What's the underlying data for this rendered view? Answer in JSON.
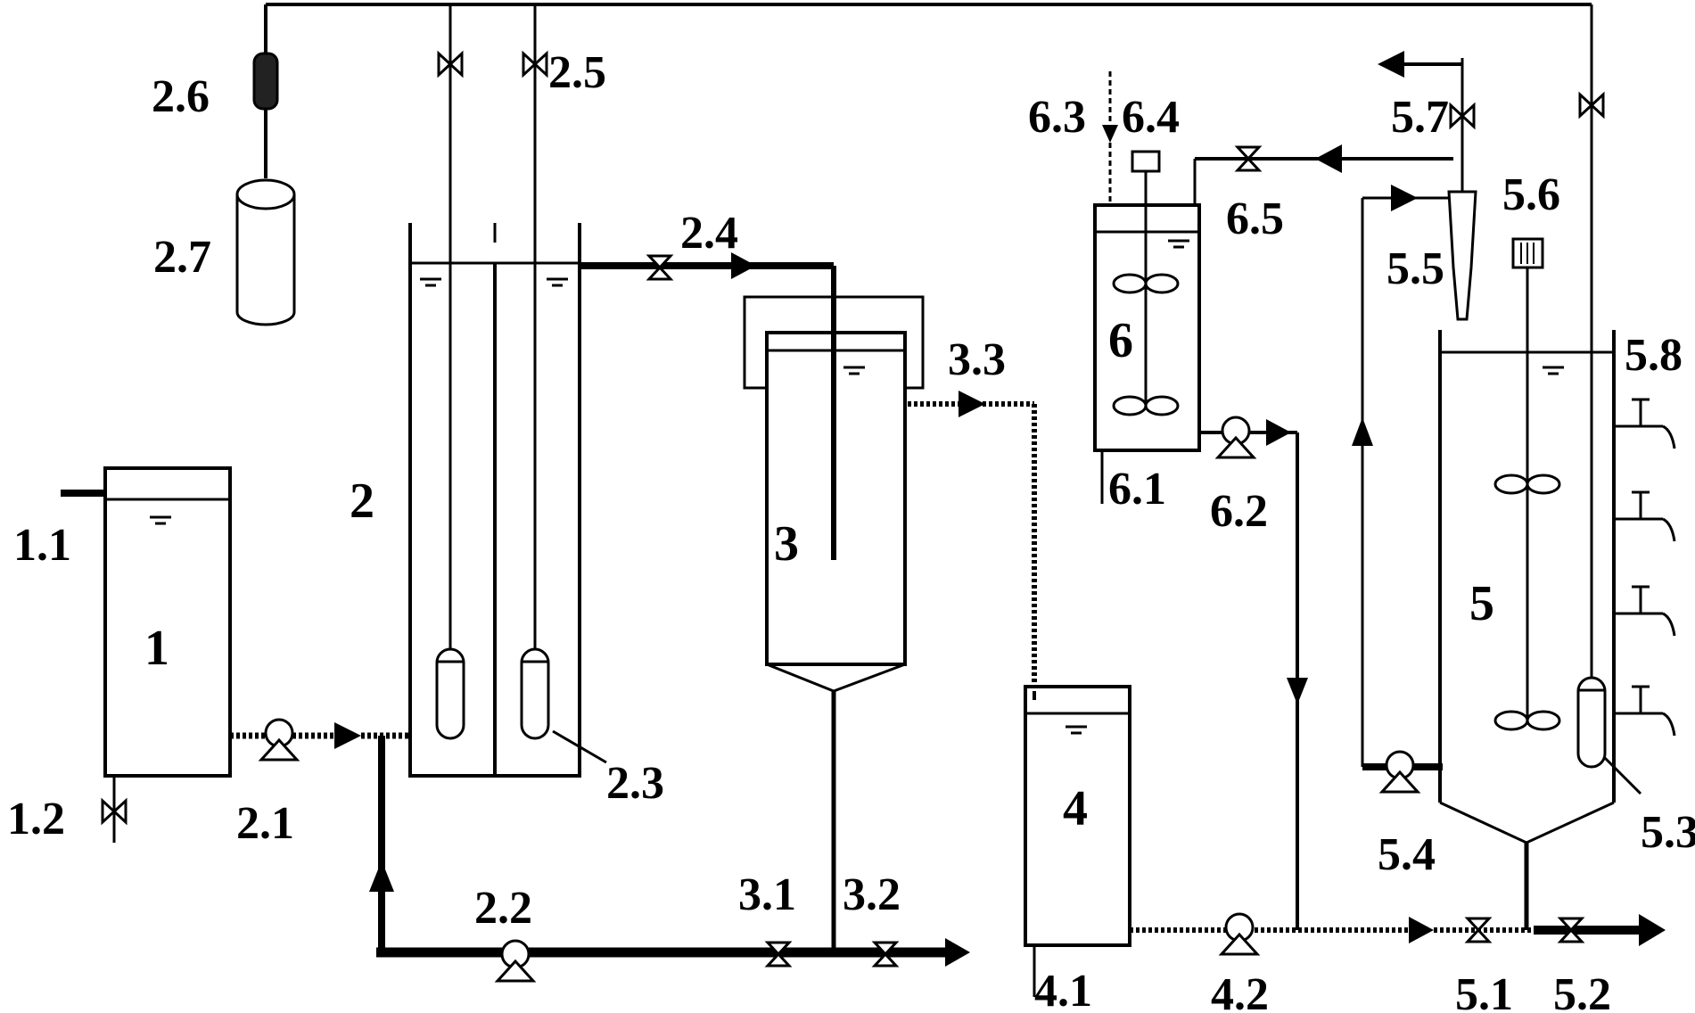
{
  "labels": {
    "l_1": "1",
    "l_1_1": "1.1",
    "l_1_2": "1.2",
    "l_2": "2",
    "l_2_1": "2.1",
    "l_2_2": "2.2",
    "l_2_3": "2.3",
    "l_2_4": "2.4",
    "l_2_5": "2.5",
    "l_2_6": "2.6",
    "l_2_7": "2.7",
    "l_3": "3",
    "l_3_1": "3.1",
    "l_3_2": "3.2",
    "l_3_3": "3.3",
    "l_4": "4",
    "l_4_1": "4.1",
    "l_4_2": "4.2",
    "l_5": "5",
    "l_5_1": "5.1",
    "l_5_2": "5.2",
    "l_5_3": "5.3",
    "l_5_4": "5.4",
    "l_5_5": "5.5",
    "l_5_6": "5.6",
    "l_5_7": "5.7",
    "l_5_8": "5.8",
    "l_6": "6",
    "l_6_1": "6.1",
    "l_6_2": "6.2",
    "l_6_3": "6.3",
    "l_6_4": "6.4",
    "l_6_5": "6.5"
  }
}
